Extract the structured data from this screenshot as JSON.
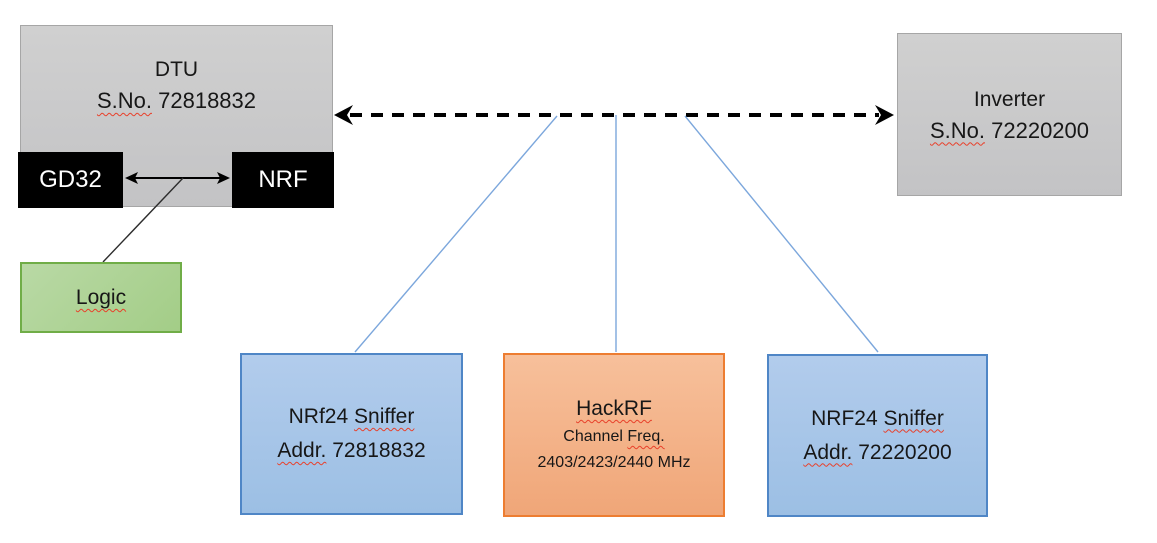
{
  "diagram": {
    "nodes": {
      "dtu": {
        "title": "DTU",
        "serial_label": "S.No.",
        "serial": "72818832"
      },
      "gd32": {
        "label": "GD32"
      },
      "nrf": {
        "label": "NRF"
      },
      "logic": {
        "label": "Logic"
      },
      "inverter": {
        "title": "Inverter",
        "serial_label": "S.No.",
        "serial": "72220200"
      },
      "sniffer_dtu": {
        "name_prefix": "NRf24",
        "name_word": "Sniffer",
        "addr_label": "Addr.",
        "addr": "72818832"
      },
      "hackrf": {
        "title": "HackRF",
        "channel_prefix": "Channel",
        "channel_word": "Freq.",
        "frequencies": "2403/2423/2440 MHz"
      },
      "sniffer_inverter": {
        "name_prefix": "NRF24",
        "name_word": "Sniffer",
        "addr_label": "Addr.",
        "addr": "72220200"
      }
    },
    "connections": {
      "dtu_inverter": "dashed double-headed arrow",
      "gd32_nrf": "double-headed arrow",
      "nrf_logic": "line",
      "rf_taps": [
        "sniffer_dtu",
        "hackrf",
        "sniffer_inverter"
      ]
    },
    "colors": {
      "gray_fill": "#c9c9c9",
      "gray_border": "#a6a6a6",
      "chip_fill": "#000000",
      "green_fill": "#a9d18e",
      "green_border": "#70ad47",
      "blue_fill": "#a9c6e8",
      "blue_border": "#4f86c6",
      "orange_fill": "#f4b183",
      "orange_border": "#ed7d31",
      "connector_blue": "#7ca7dc",
      "arrow_black": "#000000",
      "squiggle_red": "#e8402a"
    }
  }
}
